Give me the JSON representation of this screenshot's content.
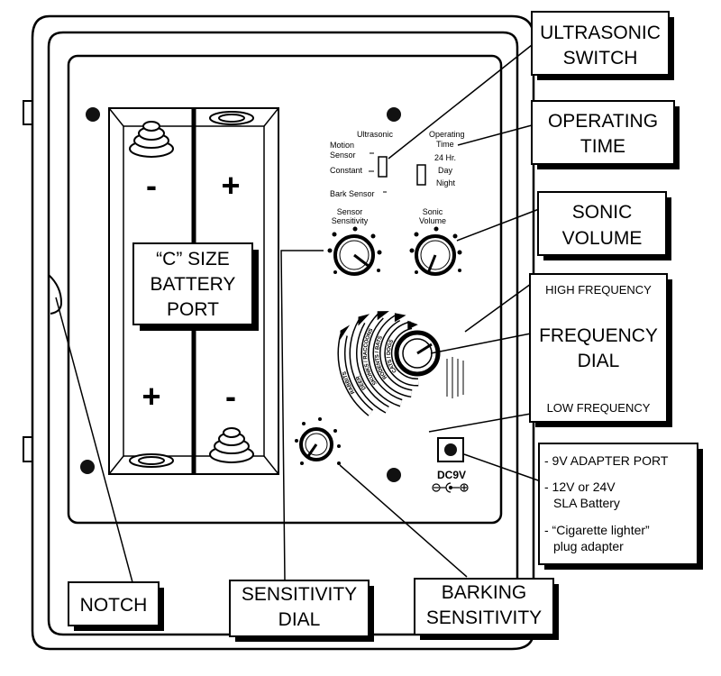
{
  "callouts": {
    "ultrasonic_switch": [
      "ULTRASONIC",
      "SWITCH"
    ],
    "operating_time": [
      "OPERATING",
      "TIME"
    ],
    "sonic_volume": [
      "SONIC",
      "VOLUME"
    ],
    "frequency_dial": {
      "high": "HIGH FREQUENCY",
      "title": [
        "FREQUENCY",
        "DIAL"
      ],
      "low": "LOW FREQUENCY"
    },
    "adapter_port": {
      "items": [
        [
          "- 9V ADAPTER PORT"
        ],
        [
          "- 12V or 24V",
          "SLA Battery"
        ],
        [
          "- “Cigarette lighter”",
          "plug adapter"
        ]
      ]
    },
    "battery_port": [
      "“C” SIZE",
      "BATTERY",
      "PORT"
    ],
    "notch": "NOTCH",
    "sensitivity_dial": [
      "SENSITIVITY",
      "DIAL"
    ],
    "barking_sensitivity": [
      "BARKING",
      "SENSITIVITY"
    ]
  },
  "battery": {
    "left_top_sign": "-",
    "right_top_sign": "+",
    "left_bottom_sign": "+",
    "right_bottom_sign": "-"
  },
  "panel_labels": {
    "ultrasonic": "Ultrasonic",
    "motion_sensor": [
      "Motion",
      "Sensor"
    ],
    "constant": "Constant",
    "bark_sensor": "Bark Sensor",
    "operating": [
      "Operating",
      "Time"
    ],
    "hr24": "24 Hr.",
    "day": "Day",
    "night": "Night",
    "sensor_sensitivity": [
      "Sensor",
      "Sensitivity"
    ],
    "sonic_volume": [
      "Sonic",
      "Volume"
    ],
    "dc9v": "DC9V"
  },
  "animal_bands": [
    "CATS / DOGS",
    "RODENTS / BATS",
    "SKUNKS / RACCOONS",
    "DEER",
    "RABBITS"
  ]
}
